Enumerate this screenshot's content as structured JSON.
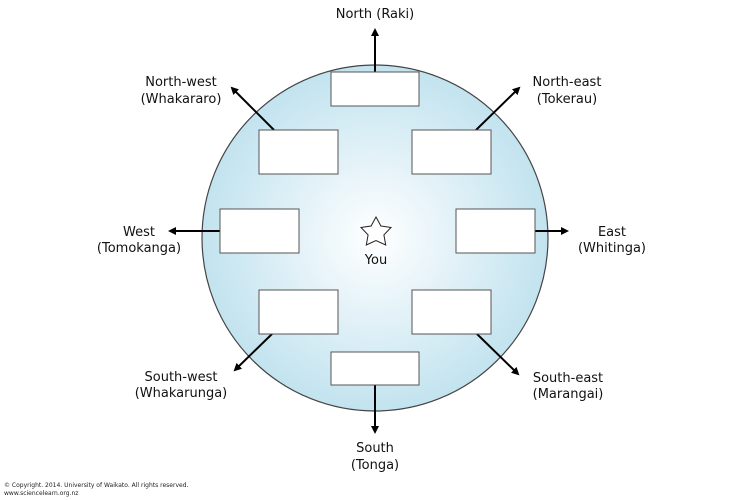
{
  "directions": {
    "north": {
      "line1": "North (Raki)",
      "line2": ""
    },
    "north_east": {
      "line1": "North-east",
      "line2": "(Tokerau)"
    },
    "east": {
      "line1": "East",
      "line2": "(Whitinga)"
    },
    "south_east": {
      "line1": "South-east",
      "line2": "(Marangai)"
    },
    "south": {
      "line1": "South",
      "line2": "(Tonga)"
    },
    "south_west": {
      "line1": "South-west",
      "line2": "(Whakarunga)"
    },
    "west": {
      "line1": "West",
      "line2": "(Tomokanga)"
    },
    "north_west": {
      "line1": "North-west",
      "line2": "(Whakararo)"
    }
  },
  "center": {
    "label": "You"
  },
  "answer_boxes": [
    "",
    "",
    "",
    "",
    "",
    "",
    "",
    ""
  ],
  "footer": {
    "copyright": "© Copyright. 2014. University of Waikato. All rights reserved.",
    "site": "www.sciencelearn.org.nz"
  },
  "colors": {
    "circle_center": "#ffffff",
    "circle_edge": "#c2e3ef",
    "outline": "#444444",
    "arrow": "#000000"
  }
}
